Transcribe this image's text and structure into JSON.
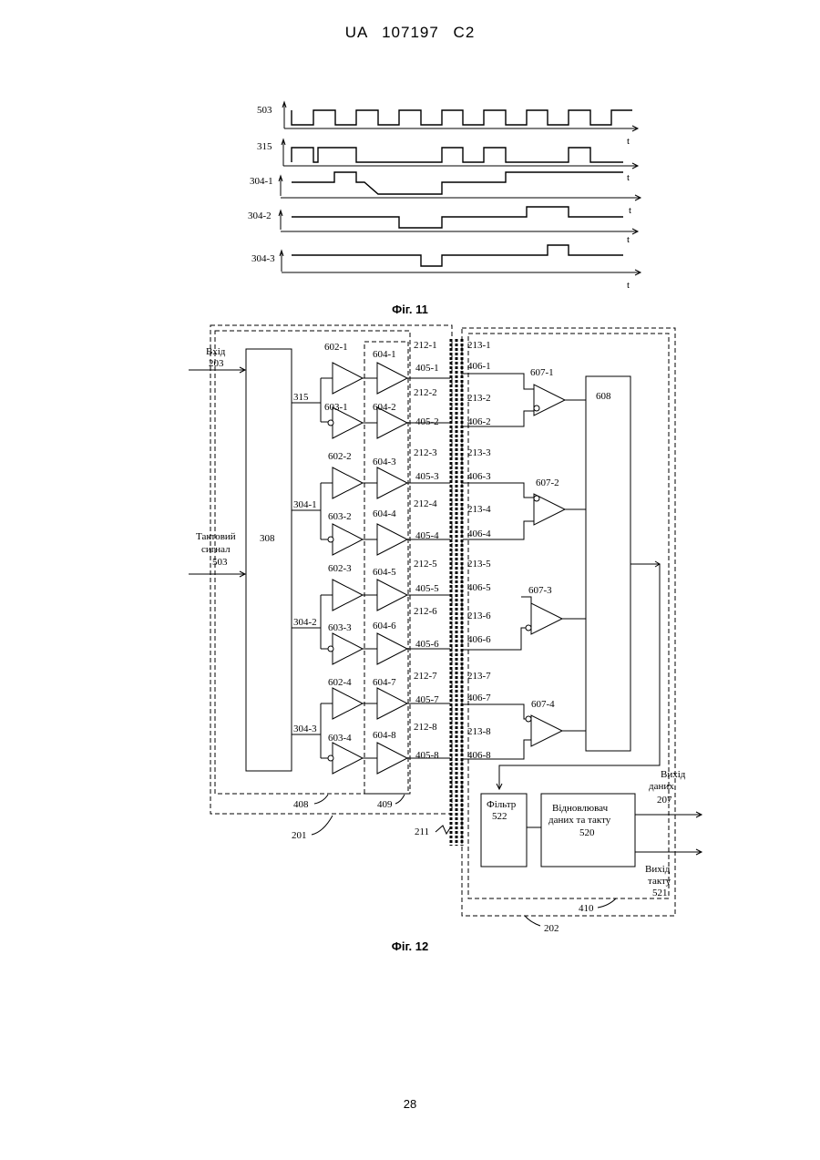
{
  "header": "UA 107197 C2",
  "fig11": {
    "caption": "Фіг. 11",
    "signals": [
      "503",
      "315",
      "304-1",
      "304-2",
      "304-3"
    ],
    "time_label": "t"
  },
  "fig12": {
    "caption": "Фіг. 12",
    "input_label": "Вхід",
    "input_num": "203",
    "clock_label_1": "Тактовий",
    "clock_label_2": "сигнал",
    "clock_num": "503",
    "block_308": "308",
    "block_608": "608",
    "filter_label": "Фільтр",
    "filter_num": "522",
    "recovery_label_1": "Відновлювач",
    "recovery_label_2": "даних та такту",
    "recovery_num": "520",
    "data_out_1": "Вихід",
    "data_out_2": "даних",
    "data_out_num": "207",
    "clock_out_1": "Вихід",
    "clock_out_2": "такту",
    "clock_out_num": "521",
    "ref_315": "315",
    "ref_201": "201",
    "ref_202": "202",
    "ref_211": "211",
    "ref_408": "408",
    "ref_409": "409",
    "ref_410": "410",
    "sel_lines": [
      "304-1",
      "304-2",
      "304-3"
    ],
    "drivers_602": [
      "602-1",
      "602-2",
      "602-3",
      "602-4"
    ],
    "drivers_603": [
      "603-1",
      "603-2",
      "603-3",
      "603-4"
    ],
    "drivers_604": [
      "604-1",
      "604-2",
      "604-3",
      "604-4",
      "604-5",
      "604-6",
      "604-7",
      "604-8"
    ],
    "lines_212": [
      "212-1",
      "212-2",
      "212-3",
      "212-4",
      "212-5",
      "212-6",
      "212-7",
      "212-8"
    ],
    "lines_405": [
      "405-1",
      "405-2",
      "405-3",
      "405-4",
      "405-5",
      "405-6",
      "405-7",
      "405-8"
    ],
    "lines_213": [
      "213-1",
      "213-2",
      "213-3",
      "213-4",
      "213-5",
      "213-6",
      "213-7",
      "213-8"
    ],
    "lines_406": [
      "406-1",
      "406-2",
      "406-3",
      "406-4",
      "406-5",
      "406-6",
      "406-7",
      "406-8"
    ],
    "receivers_607": [
      "607-1",
      "607-2",
      "607-3",
      "607-4"
    ]
  },
  "page_number": "28"
}
